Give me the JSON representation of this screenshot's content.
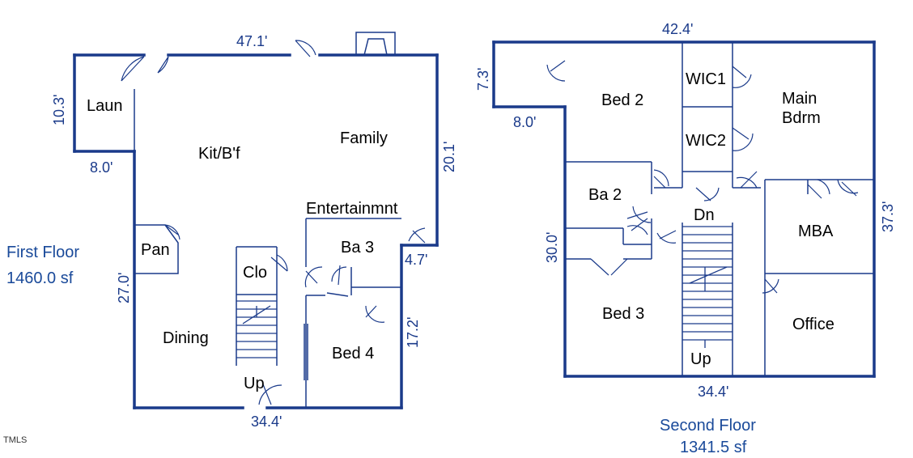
{
  "colors": {
    "wall": "#1a3a8a",
    "dimension_text": "#1a3a8a",
    "floor_label": "#1a4a9a",
    "room_text": "#000000"
  },
  "watermark": "TMLS",
  "first_floor": {
    "title": "First Floor",
    "area": "1460.0 sf",
    "dims": {
      "top": "47.1'",
      "laundry_height": "10.3'",
      "laundry_width": "8.0'",
      "right_upper": "20.1'",
      "left": "27.0'",
      "step": "4.7'",
      "right_lower": "17.2'",
      "bottom": "34.4'"
    },
    "rooms": {
      "laundry": "Laun",
      "kitchen": "Kit/B'f",
      "family": "Family",
      "entertainment": "Entertainmnt",
      "bath3": "Ba 3",
      "pantry": "Pan",
      "closet": "Clo",
      "dining": "Dining",
      "bed4": "Bed 4",
      "up": "Up"
    }
  },
  "second_floor": {
    "title": "Second Floor",
    "area": "1341.5 sf",
    "dims": {
      "top": "42.4'",
      "ledge_height": "7.3'",
      "ledge_width": "8.0'",
      "left": "30.0'",
      "right": "37.3'",
      "bottom": "34.4'"
    },
    "rooms": {
      "bed2": "Bed 2",
      "wic1": "WIC1",
      "wic2": "WIC2",
      "main_line1": "Main",
      "main_line2": "Bdrm",
      "bath2": "Ba 2",
      "down": "Dn",
      "mba": "MBA",
      "bed3": "Bed 3",
      "office": "Office",
      "up": "Up"
    }
  }
}
